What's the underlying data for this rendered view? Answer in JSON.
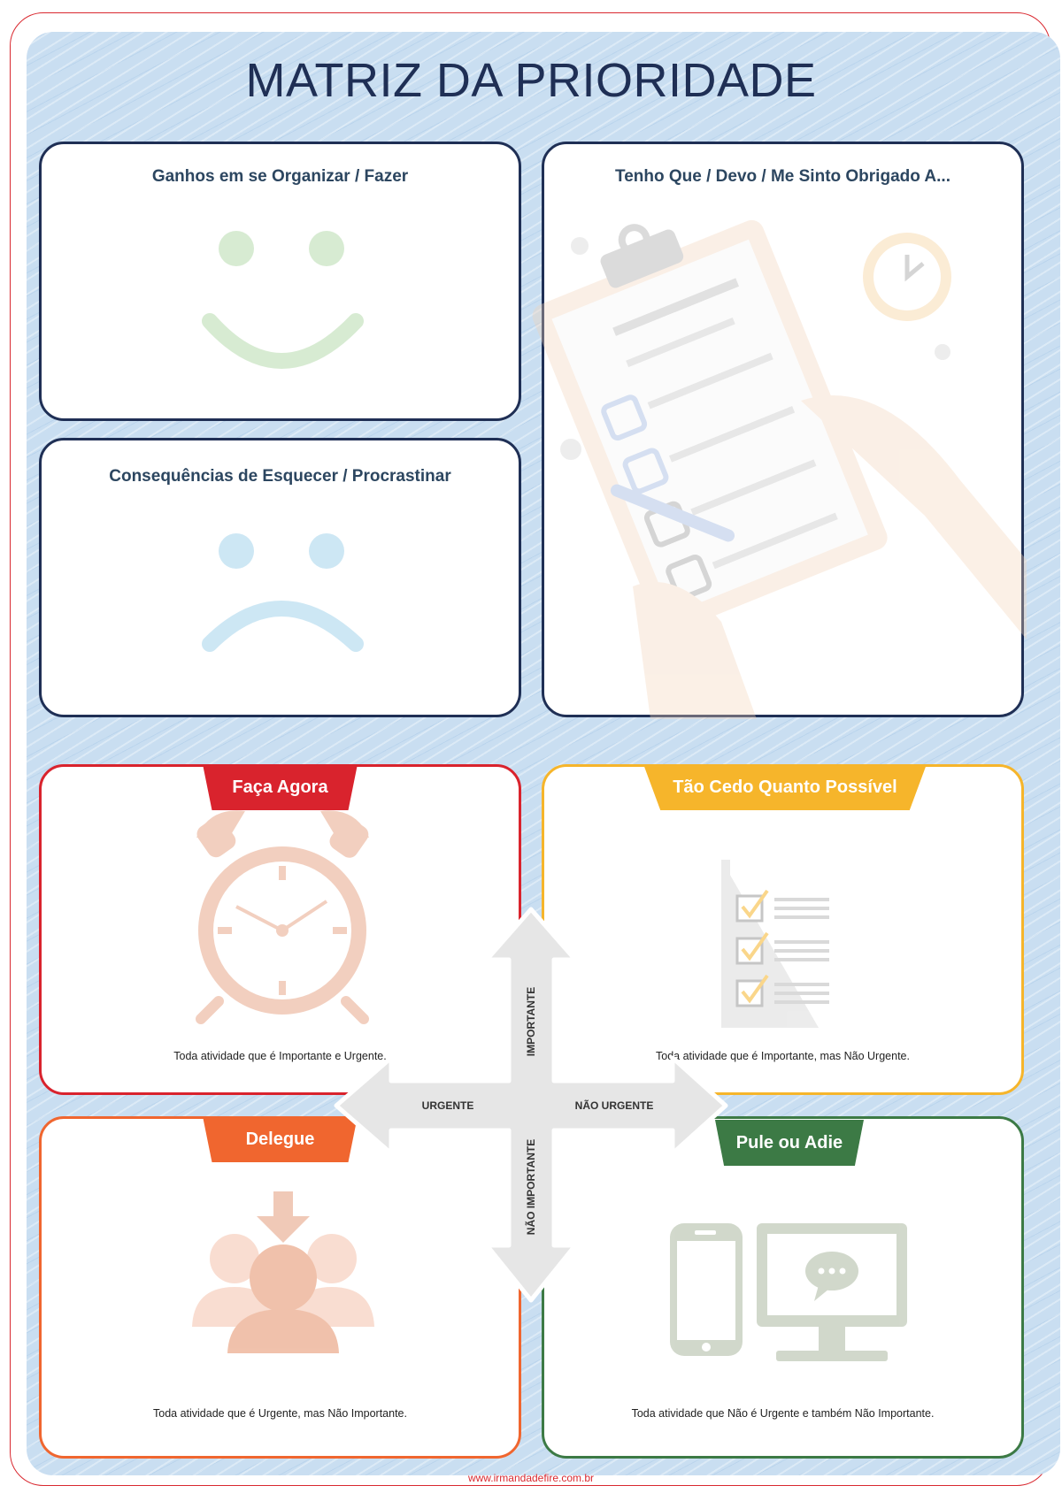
{
  "title": "MATRIZ DA PRIORIDADE",
  "top_boxes": {
    "gains": {
      "title": "Ganhos em se Organizar / Fazer"
    },
    "consequences": {
      "title": "Consequências de Esquecer / Procrastinar"
    },
    "obligations": {
      "title": "Tenho Que / Devo / Me Sinto Obrigado A..."
    }
  },
  "quadrants": {
    "do_now": {
      "label": "Faça Agora",
      "description": "Toda atividade que é Importante e Urgente.",
      "color": "#d9232d"
    },
    "asap": {
      "label": "Tão Cedo Quanto Possível",
      "description": "Toda atividade que é Importante, mas Não Urgente.",
      "color": "#f6b52b"
    },
    "delegate": {
      "label": "Delegue",
      "description": "Toda atividade que é Urgente, mas Não Importante.",
      "color": "#f0662f"
    },
    "skip": {
      "label": "Pule ou Adie",
      "description": "Toda atividade que Não é Urgente e também Não Importante.",
      "color": "#3c7a45"
    }
  },
  "axes": {
    "up": "IMPORTANTE",
    "down": "NÃO IMPORTANTE",
    "left": "URGENTE",
    "right": "NÃO URGENTE"
  },
  "icons": [
    "smile-face-icon",
    "sad-face-icon",
    "clipboard-checklist-icon",
    "alarm-clock-icon",
    "checklist-icon",
    "delegate-people-icon",
    "phone-monitor-icon"
  ],
  "footer": "www.irmandadefire.com.br"
}
